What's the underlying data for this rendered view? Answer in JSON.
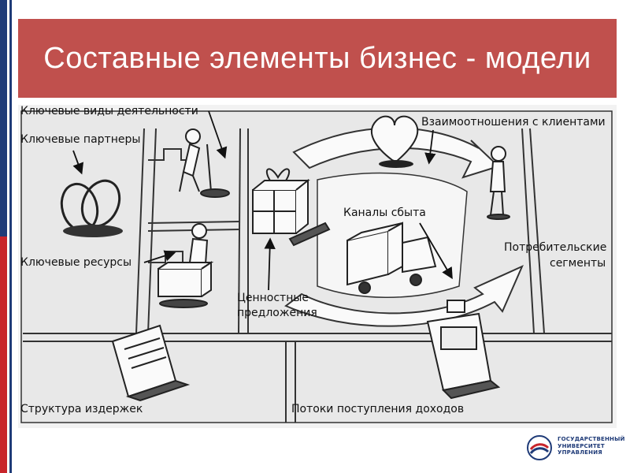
{
  "slide": {
    "title": "Составные элементы бизнес - модели"
  },
  "diagram": {
    "blocks": {
      "key_activities": "Ключевые виды деятельности",
      "key_partners": "Ключевые партнеры",
      "key_resources": "Ключевые ресурсы",
      "value_propositions_line1": "Ценностные",
      "value_propositions_line2": "предложения",
      "customer_relationships": "Взаимоотношения с клиентами",
      "channels": "Каналы сбыта",
      "customer_segments_line1": "Потребительские",
      "customer_segments_line2": "сегменты",
      "cost_structure": "Структура издержек",
      "revenue_streams": "Потоки поступления доходов"
    }
  },
  "logo": {
    "line1": "ГОСУДАРСТВЕННЫЙ",
    "line2": "УНИВЕРСИТЕТ",
    "line3": "УПРАВЛЕНИЯ"
  },
  "colors": {
    "title_bg": "#c0504d",
    "accent_blue": "#1f3b78",
    "accent_red": "#c8252b"
  }
}
